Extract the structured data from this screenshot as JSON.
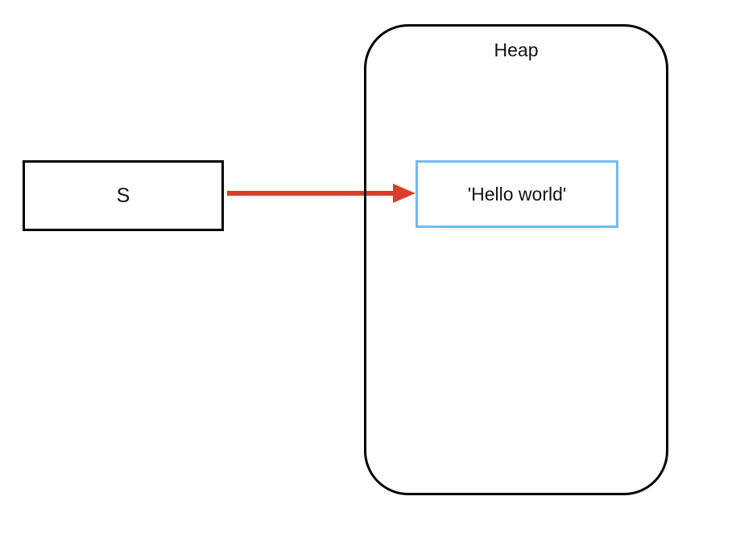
{
  "diagram": {
    "variable": {
      "label": "S"
    },
    "heap": {
      "label": "Heap",
      "value": {
        "text": "'Hello world'"
      }
    }
  },
  "colors": {
    "arrow": "#d93e2b",
    "value_box_border": "#74bbf0",
    "box_border": "#000000",
    "background": "#ffffff"
  }
}
